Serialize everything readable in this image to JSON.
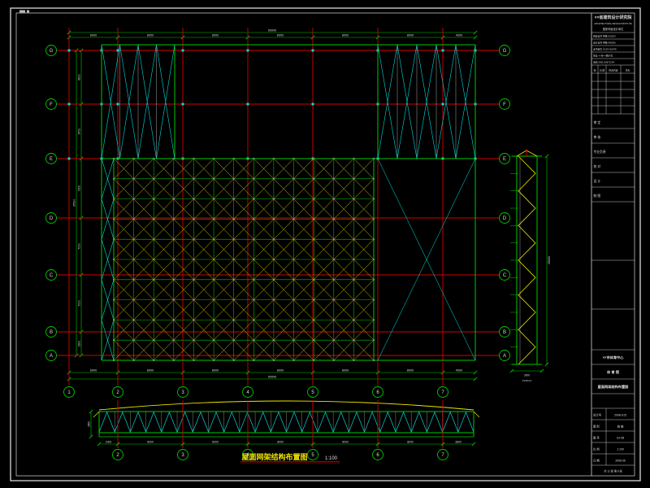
{
  "colors": {
    "background": "#000000",
    "border": "#d9d9d9",
    "axis_red": "#d40000",
    "green": "#00c800",
    "yellow": "#e8e800",
    "cyan": "#00dcdc",
    "magenta": "#ff4cff",
    "gray": "#9a9a9a",
    "text_light": "#dcdcdc",
    "title_yellow": "#f0e000",
    "blue_text": "#4cc8ff"
  },
  "plan": {
    "vertical_axes": [
      "1",
      "2",
      "3",
      "4",
      "5",
      "6",
      "7"
    ],
    "horizontal_axes": [
      "G",
      "F",
      "E",
      "D",
      "C",
      "B",
      "A"
    ],
    "top_dims": [
      "6000",
      "8000",
      "8000",
      "8000",
      "8000",
      "8000",
      "4000"
    ],
    "top_total": "50000",
    "bottom_dims": [
      "6000",
      "8000",
      "8000",
      "8000",
      "8000",
      "8000",
      "4000"
    ],
    "bottom_total": "50000",
    "left_dims": [
      "6600",
      "6700",
      "7300",
      "7000",
      "7000",
      "2900"
    ],
    "left_total": "37500"
  },
  "section": {
    "dim_label": "25600",
    "width_dim": "3000",
    "panel_note": "2133x12"
  },
  "elevation": {
    "title": "屋面网架结构布置图",
    "scale": "1:100",
    "axes": [
      "2",
      "3",
      "4",
      "5",
      "6",
      "7"
    ],
    "dims": [
      "2300",
      "8000",
      "8000",
      "8000",
      "8000",
      "8000",
      "3800"
    ],
    "end_dim": "2600"
  },
  "titleblock": {
    "org_name": "××省建筑设计研究院",
    "org_sub": "ARCHITECTURAL DESIGN INSTITUTE",
    "org_grade": "国家甲级设计单位",
    "cert_rows": [
      "勘察证书 甲级 010203",
      "设计证书 甲级 040506",
      "证书编号 A135 001978",
      "地址 ××市××路99号",
      "电话 0551-62871234"
    ],
    "revision_header": [
      "版",
      "日 期",
      "修改内容",
      "签名"
    ],
    "sign_rows": [
      "审 定",
      "审 核",
      "专业负责",
      "校 对",
      "设 计",
      "制 图"
    ],
    "project": [
      "××市体育中心",
      "体 育 馆",
      "屋面网架结构布置图"
    ],
    "bottom_rows": [
      [
        "设计号",
        "2008-S15"
      ],
      [
        "图 别",
        "结 施"
      ],
      [
        "图 号",
        "GJ-08"
      ],
      [
        "比 例",
        "1:100"
      ],
      [
        "日 期",
        "2008.06"
      ]
    ],
    "sheet_note": "共 12 张 第 8 张"
  }
}
